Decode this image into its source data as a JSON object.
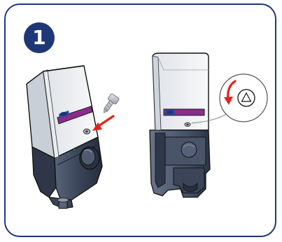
{
  "step": {
    "number": "1"
  },
  "figure": {
    "left_unit": "dispenser-tilted-with-screw",
    "right_unit": "dispenser-mounted-front",
    "screw_icon": "screw-icon",
    "insert_arrow": "red-arrow-icon",
    "rotate_arrow": "red-rotate-arrow-icon",
    "lock_symbol": "lock-triangle-icon"
  },
  "colors": {
    "frame": "#1e3877",
    "badge": "#1e3877",
    "accent_arrow": "#e2231a",
    "label_purple": "#8a2c8c",
    "label_blue": "#2b4aa0",
    "housing_white": "#f3f4f6",
    "housing_shade": "#d9dde3",
    "base_dark": "#3f4a5c",
    "base_light": "#6b7687"
  }
}
